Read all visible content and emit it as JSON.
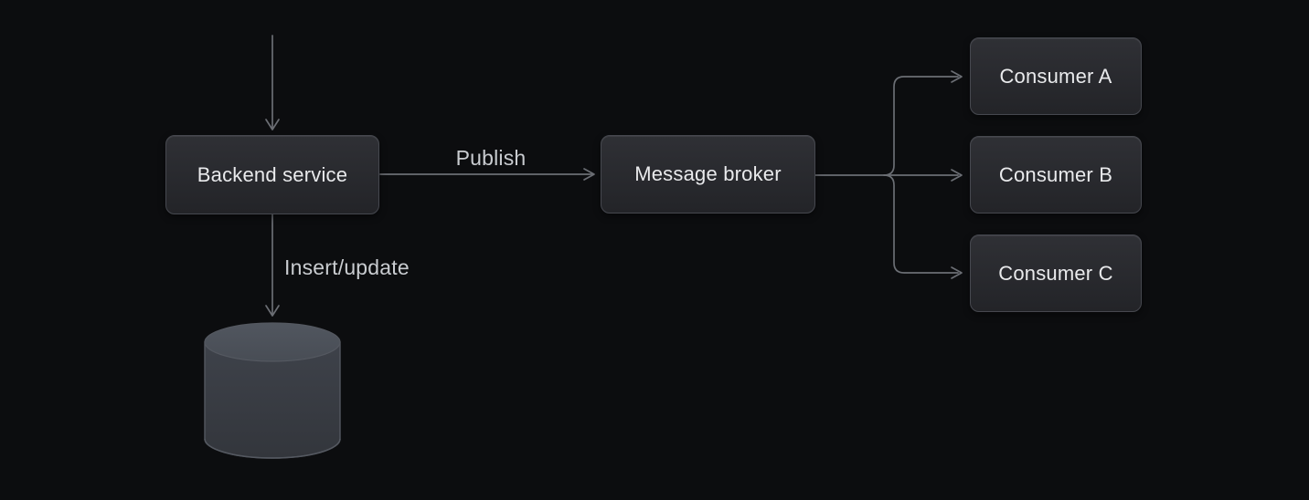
{
  "nodes": {
    "backend": {
      "label": "Backend service"
    },
    "broker": {
      "label": "Message broker"
    },
    "consumer_a": {
      "label": "Consumer A"
    },
    "consumer_b": {
      "label": "Consumer B"
    },
    "consumer_c": {
      "label": "Consumer C"
    },
    "database": {
      "icon": "database-cylinder"
    }
  },
  "edges": {
    "incoming_request": {
      "label": ""
    },
    "publish": {
      "label": "Publish"
    },
    "insert_update": {
      "label": "Insert/update"
    },
    "fanout": {
      "targets": [
        "Consumer A",
        "Consumer B",
        "Consumer C"
      ]
    }
  },
  "colors": {
    "background": "#0c0d0f",
    "node_fill_top": "#2f3035",
    "node_fill_bottom": "#232428",
    "node_border": "#46484f",
    "node_text": "#e9eaec",
    "edge_line": "#6b6e74",
    "edge_label": "#c9ccd0",
    "cylinder_top": "#51565f",
    "cylinder_top_dark": "#484d55",
    "cylinder_body_top": "#3e424a",
    "cylinder_body_bottom": "#33363c",
    "cylinder_edge": "#545860"
  }
}
